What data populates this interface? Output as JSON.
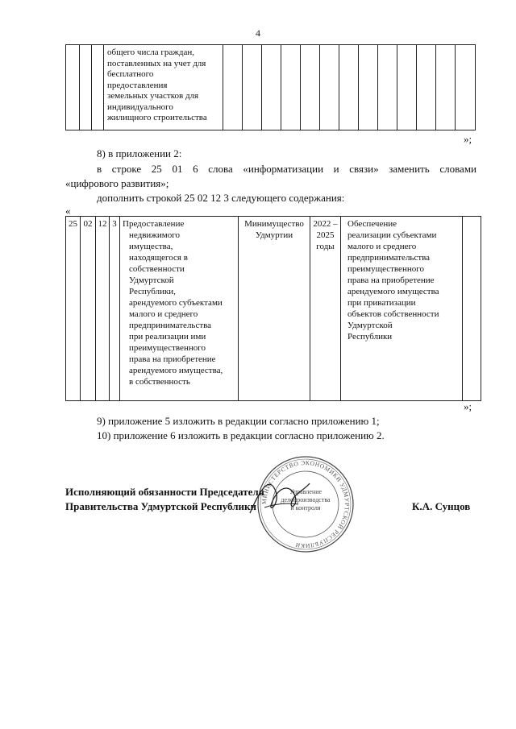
{
  "page_number": "4",
  "table1": {
    "text_lines": [
      "общего числа граждан,",
      "поставленных на учет для",
      "бесплатного",
      "предоставления",
      "земельных участков для",
      "индивидуального",
      "жилищного строительства"
    ],
    "end_mark": "»;"
  },
  "item8": "8) в приложении 2:",
  "line_replace": "в строке 25 01 6 слова «информатизации и связи» заменить словами",
  "line_replace2": "«цифрового развития»;",
  "line_add": "дополнить строкой 25 02 12 3 следующего содержания:",
  "open_quote": "«",
  "table2": {
    "code1": "25",
    "code2": "02",
    "code3": "12",
    "code4": "3",
    "name_lines": [
      "Предоставление",
      "недвижимого",
      "имущества,",
      "находящегося в",
      "собственности",
      "Удмуртской",
      "Республики,",
      "арендуемого субъектами",
      "малого и среднего",
      "предпринимательства",
      "при реализации ими",
      "преимущественного",
      "права на приобретение",
      "арендуемого имущества,",
      "в собственность"
    ],
    "executor_lines": [
      "Минимущество",
      "Удмуртии"
    ],
    "period_lines": [
      "2022 –",
      "2025",
      "годы"
    ],
    "result_lines": [
      "Обеспечение",
      "реализации субъектами",
      "малого и среднего",
      "предпринимательства",
      "преимущественного",
      "права на приобретение",
      "арендуемого имущества",
      "при приватизации",
      "объектов собственности",
      "Удмуртской",
      "Республики"
    ],
    "end_mark": "»;"
  },
  "item9": "9) приложение 5 изложить в редакции согласно приложению 1;",
  "item10": "10) приложение 6 изложить в редакции согласно приложению 2.",
  "signature": {
    "title_line1": "Исполняющий обязанности Председателя",
    "title_line2": "Правительства Удмуртской Республики",
    "name": "К.А. Сунцов"
  },
  "stamp": {
    "ring_text": "МИНИСТЕРСТВО ЭКОНОМИКИ УДМУРТСКОЙ РЕСПУБЛИКИ",
    "center_lines": [
      "Управление",
      "делопроизводства",
      "и контроля"
    ]
  }
}
